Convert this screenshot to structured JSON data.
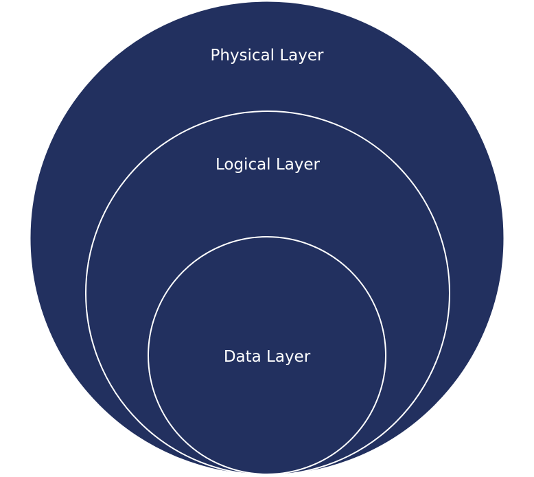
{
  "diagram": {
    "type": "nested-circles",
    "colors": {
      "fill": "#22305f",
      "stroke": "#ffffff",
      "text": "#ffffff",
      "background": "#ffffff"
    },
    "layers": [
      {
        "label": "Physical Layer"
      },
      {
        "label": "Logical Layer"
      },
      {
        "label": "Data Layer"
      }
    ]
  }
}
